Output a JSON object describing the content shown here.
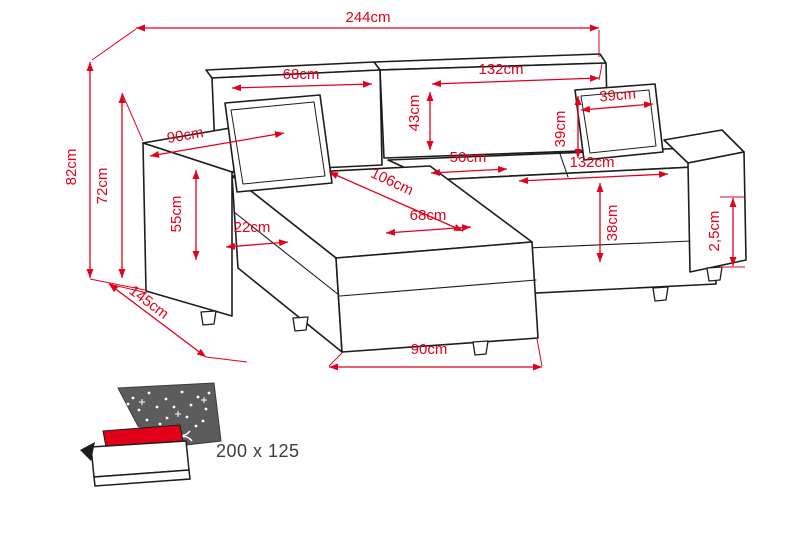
{
  "diagram": {
    "type": "corner-sofa-dimension-diagram",
    "colors": {
      "dimension_red": "#e2001a",
      "outline_black": "#1d1d1b",
      "icon_dark_gray": "#5c5c5c",
      "icon_storage_red": "#e2001a",
      "icon_text_gray": "#3d3d3d"
    },
    "dims": {
      "total_width": "244cm",
      "back_cushion_left_width": "68cm",
      "back_cushion_right_width": "132cm",
      "backrest_cushion_height": "43cm",
      "pillow_width": "39cm",
      "pillow_height": "39cm",
      "total_height": "82cm",
      "backrest_height": "72cm",
      "armrest_depth": "90cm",
      "armrest_height": "55cm",
      "cushion_thickness": "22cm",
      "seat_depth": "50cm",
      "chaise_length_diagonal": "106cm",
      "seat_width": "132cm",
      "chaise_seat_width": "68cm",
      "seat_height": "38cm",
      "clearance": "2,5cm",
      "total_depth": "145cm",
      "chaise_front_width": "90cm"
    },
    "bed_function": {
      "size_label": "200 x 125"
    }
  }
}
